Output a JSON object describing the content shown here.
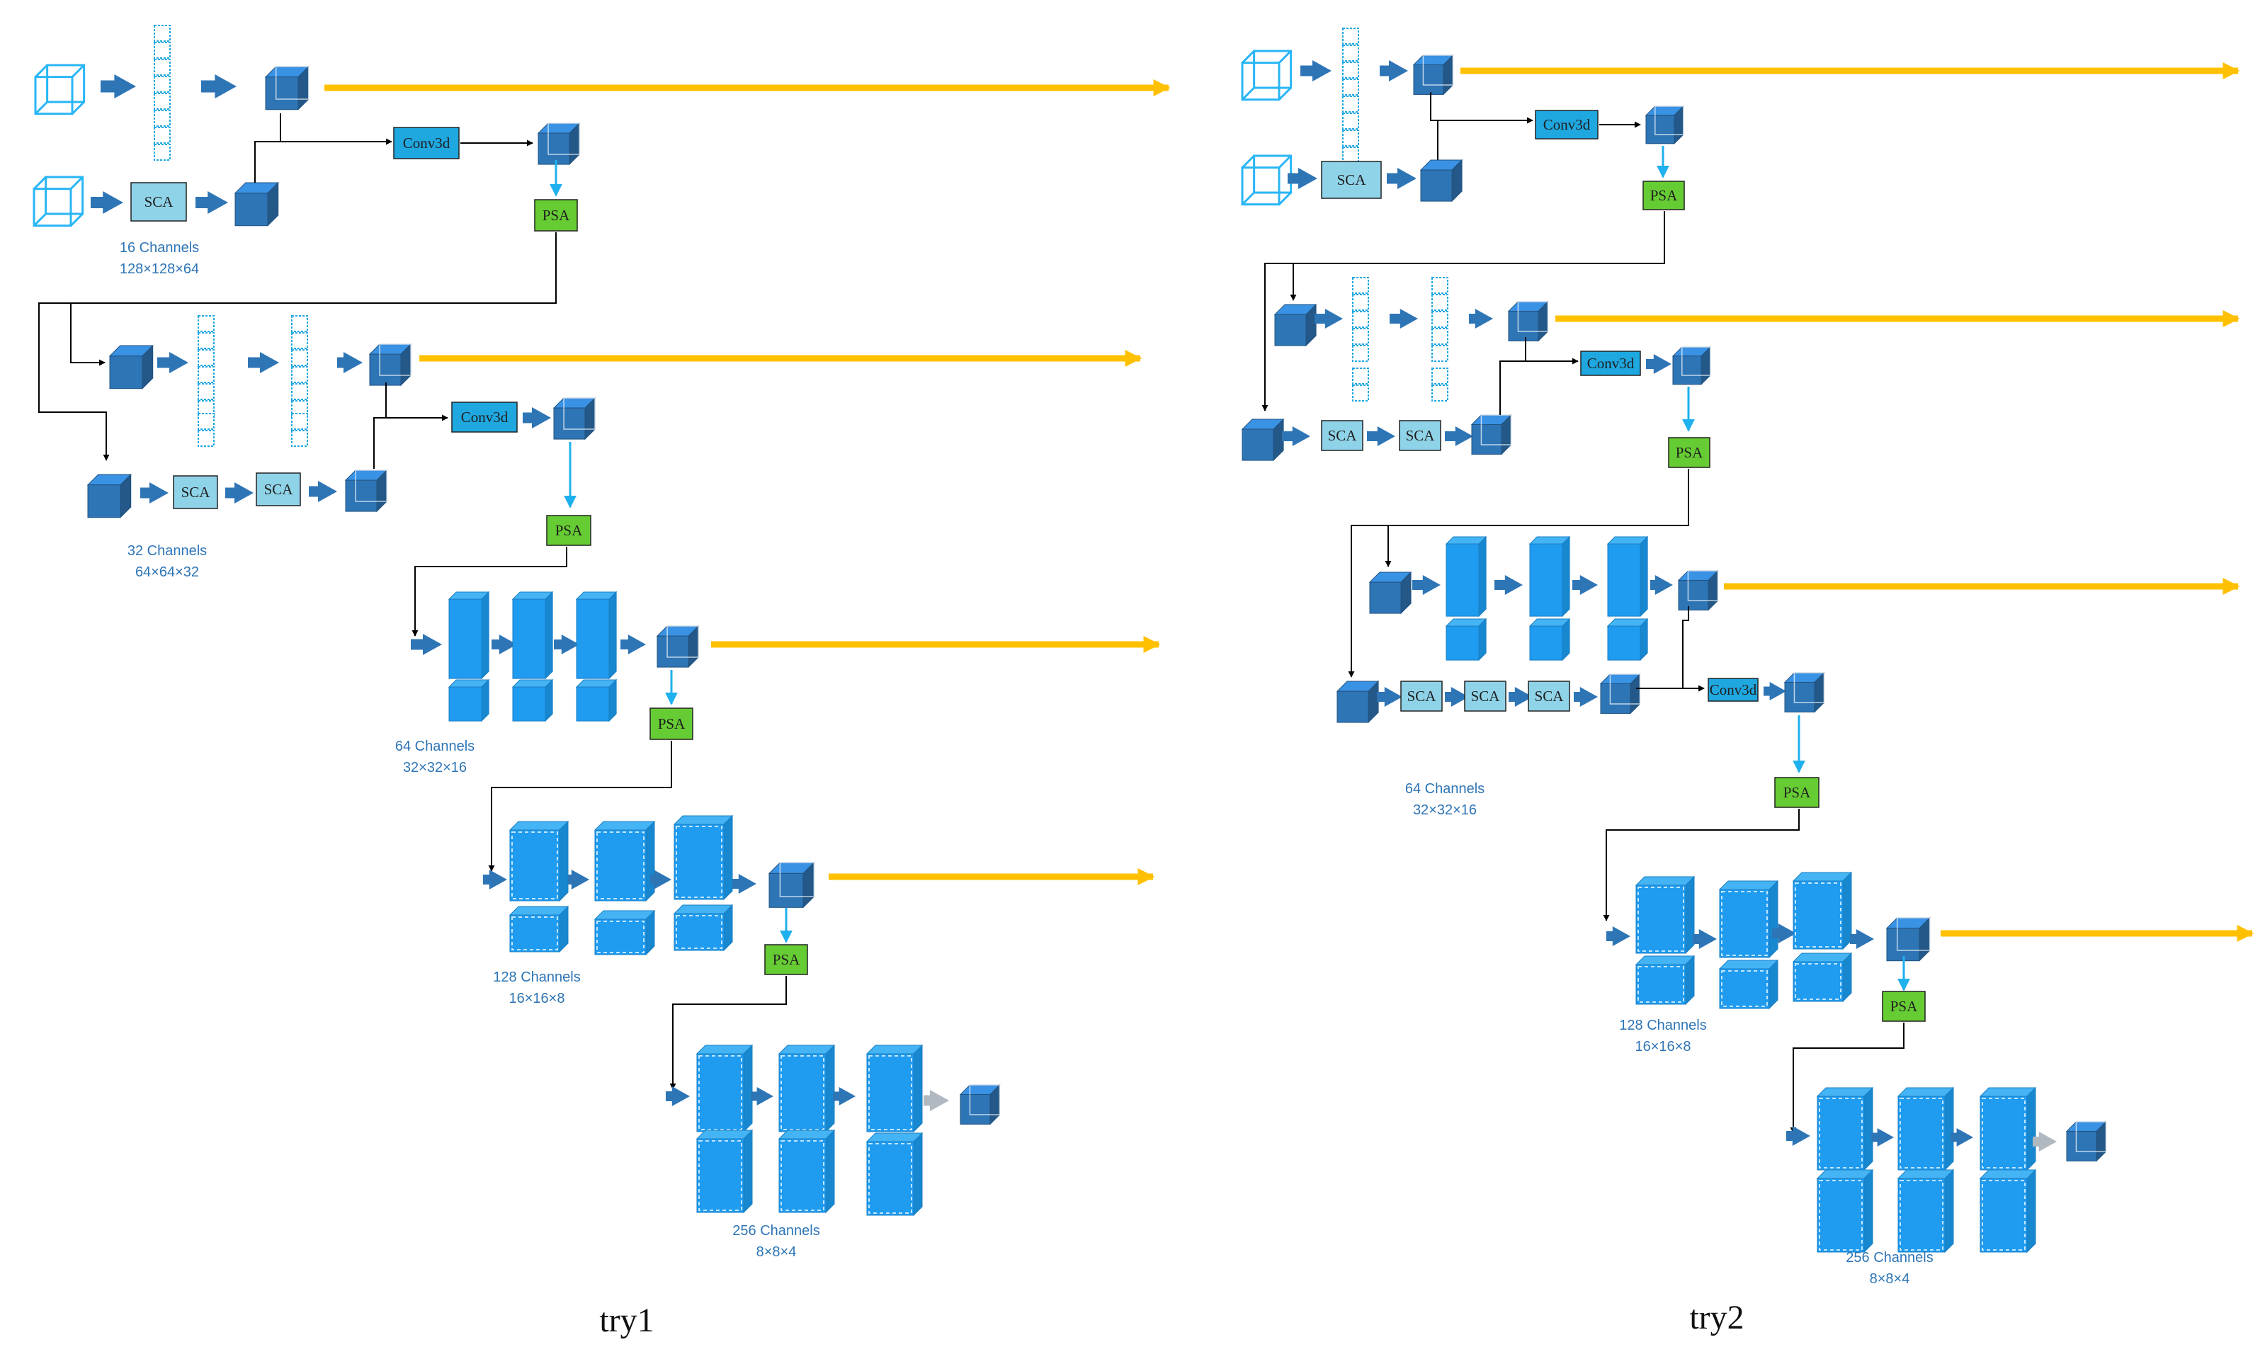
{
  "diagram": {
    "captions": {
      "left": "try1",
      "right": "try2"
    },
    "box_labels": {
      "sca": "SCA",
      "psa": "PSA",
      "conv3d": "Conv3d"
    },
    "try1": {
      "stages": [
        {
          "channels": "16 Channels",
          "size": "128×128×64"
        },
        {
          "channels": "32 Channels",
          "size": "64×64×32"
        },
        {
          "channels": "64 Channels",
          "size": "32×32×16"
        },
        {
          "channels": "128 Channels",
          "size": "16×16×8"
        },
        {
          "channels": "256 Channels",
          "size": "8×8×4"
        }
      ]
    },
    "try2": {
      "stages": [
        {
          "channels": "64 Channels",
          "size": "32×32×16"
        },
        {
          "channels": "128 Channels",
          "size": "16×16×8"
        },
        {
          "channels": "256 Channels",
          "size": "8×8×4"
        }
      ]
    }
  },
  "colors": {
    "cube_fill": "#2e75b6",
    "bright_blue": "#1f9bf0",
    "arrow_blue": "#2e75b6",
    "sca_box": "#8fd3e8",
    "psa_box": "#66cc33",
    "conv_box": "#1fa7e0",
    "skip_arrow": "#ffc000",
    "light_arrow": "#1fb0ee",
    "wire": "#000000"
  }
}
